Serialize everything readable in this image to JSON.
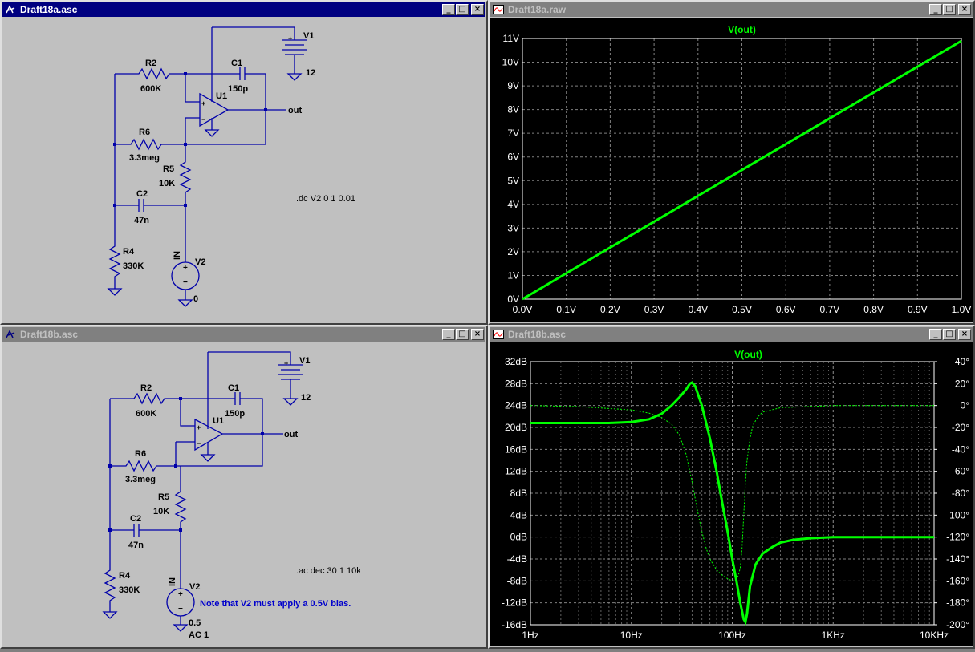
{
  "windows": {
    "sch_a": {
      "title": "Draft18a.asc"
    },
    "plot_a": {
      "title": "Draft18a.raw"
    },
    "sch_b": {
      "title": "Draft18b.asc"
    },
    "plot_b": {
      "title": "Draft18b.asc"
    }
  },
  "buttons": {
    "minimize": "_",
    "maximize": "□",
    "close": "×"
  },
  "schematic_a": {
    "labels": {
      "v1": "V1",
      "v1_val": "12",
      "r2": "R2",
      "r2_val": "600K",
      "c1": "C1",
      "c1_val": "150p",
      "u1": "U1",
      "out": "out",
      "r6": "R6",
      "r6_val": "3.3meg",
      "r5": "R5",
      "r5_val": "10K",
      "c2": "C2",
      "c2_val": "47n",
      "r4": "R4",
      "r4_val": "330K",
      "in": "IN",
      "v2": "V2",
      "v2_val": "0",
      "directive": ".dc V2 0 1 0.01"
    }
  },
  "schematic_b": {
    "labels": {
      "v1": "V1",
      "v1_val": "12",
      "r2": "R2",
      "r2_val": "600K",
      "c1": "C1",
      "c1_val": "150p",
      "u1": "U1",
      "out": "out",
      "r6": "R6",
      "r6_val": "3.3meg",
      "r5": "R5",
      "r5_val": "10K",
      "c2": "C2",
      "c2_val": "47n",
      "r4": "R4",
      "r4_val": "330K",
      "in": "IN",
      "v2": "V2",
      "v2_val1": "0.5",
      "v2_val2": "AC 1",
      "directive": ".ac dec 30 1 10k",
      "note": "Note that V2 must apply a 0.5V bias."
    }
  },
  "chart_data": [
    {
      "type": "line",
      "title": "V(out)",
      "x_ticks": [
        "0.0V",
        "0.1V",
        "0.2V",
        "0.3V",
        "0.4V",
        "0.5V",
        "0.6V",
        "0.7V",
        "0.8V",
        "0.9V",
        "1.0V"
      ],
      "y_ticks": [
        "0V",
        "1V",
        "2V",
        "3V",
        "4V",
        "5V",
        "6V",
        "7V",
        "8V",
        "9V",
        "10V",
        "11V"
      ],
      "xlim": [
        0,
        1
      ],
      "ylim": [
        0,
        11
      ],
      "grid": true,
      "series": [
        {
          "name": "V(out)",
          "x": [
            0,
            1
          ],
          "y": [
            0,
            10.9
          ],
          "color": "#00ff00"
        }
      ]
    },
    {
      "type": "line",
      "title": "V(out)",
      "x_scale": "log",
      "x_ticks": [
        "1Hz",
        "10Hz",
        "100Hz",
        "1KHz",
        "10KHz"
      ],
      "y_ticks": [
        "32dB",
        "28dB",
        "24dB",
        "20dB",
        "16dB",
        "12dB",
        "8dB",
        "4dB",
        "0dB",
        "-4dB",
        "-8dB",
        "-12dB",
        "-16dB"
      ],
      "y2_ticks": [
        "40°",
        "20°",
        "0°",
        "-20°",
        "-40°",
        "-60°",
        "-80°",
        "-100°",
        "-120°",
        "-140°",
        "-160°",
        "-180°",
        "-200°"
      ],
      "xlim": [
        1,
        10000
      ],
      "ylim": [
        -16,
        32
      ],
      "y2lim": [
        -200,
        40
      ],
      "grid": true,
      "series": [
        {
          "name": "magnitude",
          "axis": "left",
          "color": "#00ff00",
          "x": [
            1,
            3,
            6,
            10,
            15,
            20,
            25,
            30,
            35,
            38,
            40,
            43,
            50,
            60,
            70,
            80,
            90,
            100,
            110,
            120,
            130,
            135,
            140,
            150,
            170,
            200,
            250,
            300,
            400,
            600,
            1000,
            2000,
            5000,
            10000
          ],
          "y": [
            20.8,
            20.8,
            20.8,
            21,
            21.5,
            22.5,
            24,
            25.5,
            27,
            28,
            28.2,
            27.5,
            24,
            18,
            12,
            6,
            1,
            -4,
            -8,
            -12,
            -15,
            -15.5,
            -14,
            -9,
            -5,
            -3,
            -1.8,
            -1,
            -0.5,
            -0.2,
            0,
            0,
            0,
            0
          ]
        },
        {
          "name": "phase",
          "axis": "right",
          "color": "#00ff00",
          "x": [
            1,
            3,
            10,
            15,
            20,
            25,
            30,
            35,
            40,
            45,
            50,
            55,
            60,
            70,
            80,
            90,
            100,
            110,
            115,
            120,
            125,
            130,
            135,
            140,
            150,
            160,
            180,
            200,
            300,
            1000,
            10000
          ],
          "y": [
            0,
            -1,
            -4,
            -7,
            -11,
            -17,
            -27,
            -45,
            -70,
            -95,
            -115,
            -130,
            -140,
            -150,
            -155,
            -158,
            -160,
            -158,
            -155,
            -148,
            -130,
            -100,
            -70,
            -50,
            -30,
            -18,
            -10,
            -6,
            -2,
            0,
            0
          ]
        }
      ]
    }
  ]
}
